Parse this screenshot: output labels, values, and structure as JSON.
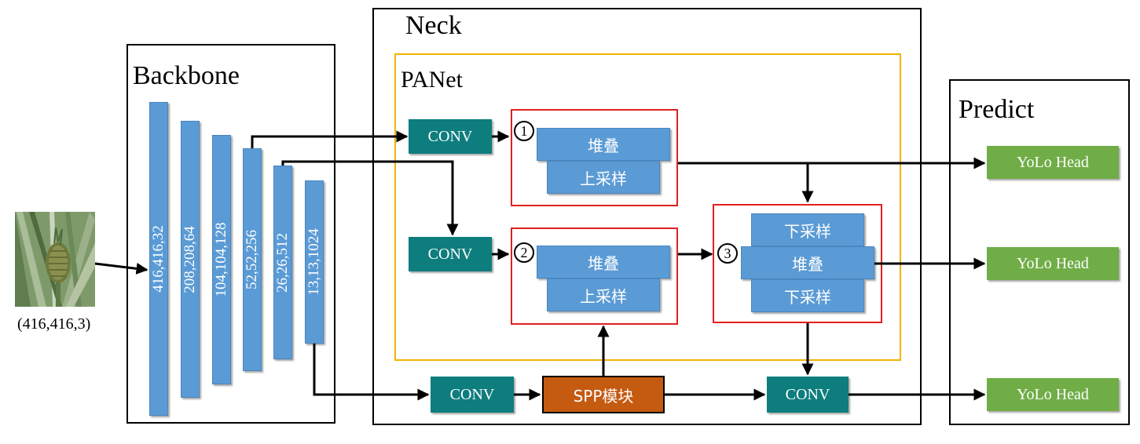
{
  "input": {
    "size_label": "(416,416,3)"
  },
  "backbone": {
    "title": "Backbone",
    "layers": [
      "416,416,32",
      "208,208,64",
      "104,104,128",
      "52,52,256",
      "26,26,512",
      "13,13,1024"
    ]
  },
  "neck": {
    "title": "Neck",
    "panet_title": "PANet",
    "conv_label": "CONV",
    "spp_label": "SPP模块",
    "block1": {
      "num": "1",
      "stack": "堆叠",
      "upsample": "上采样"
    },
    "block2": {
      "num": "2",
      "stack": "堆叠",
      "upsample": "上采样"
    },
    "block3": {
      "num": "3",
      "down1": "下采样",
      "stack": "堆叠",
      "down2": "下采样"
    }
  },
  "predict": {
    "title": "Predict",
    "heads": [
      "YoLo Head",
      "YoLo Head",
      "YoLo Head"
    ]
  },
  "colors": {
    "backbone_bar": "#5b9bd5",
    "conv": "#0e7d7e",
    "spp": "#c55a11",
    "yolo_head": "#70ad47",
    "panet_border": "#f0b400",
    "red_border": "#e02020"
  }
}
